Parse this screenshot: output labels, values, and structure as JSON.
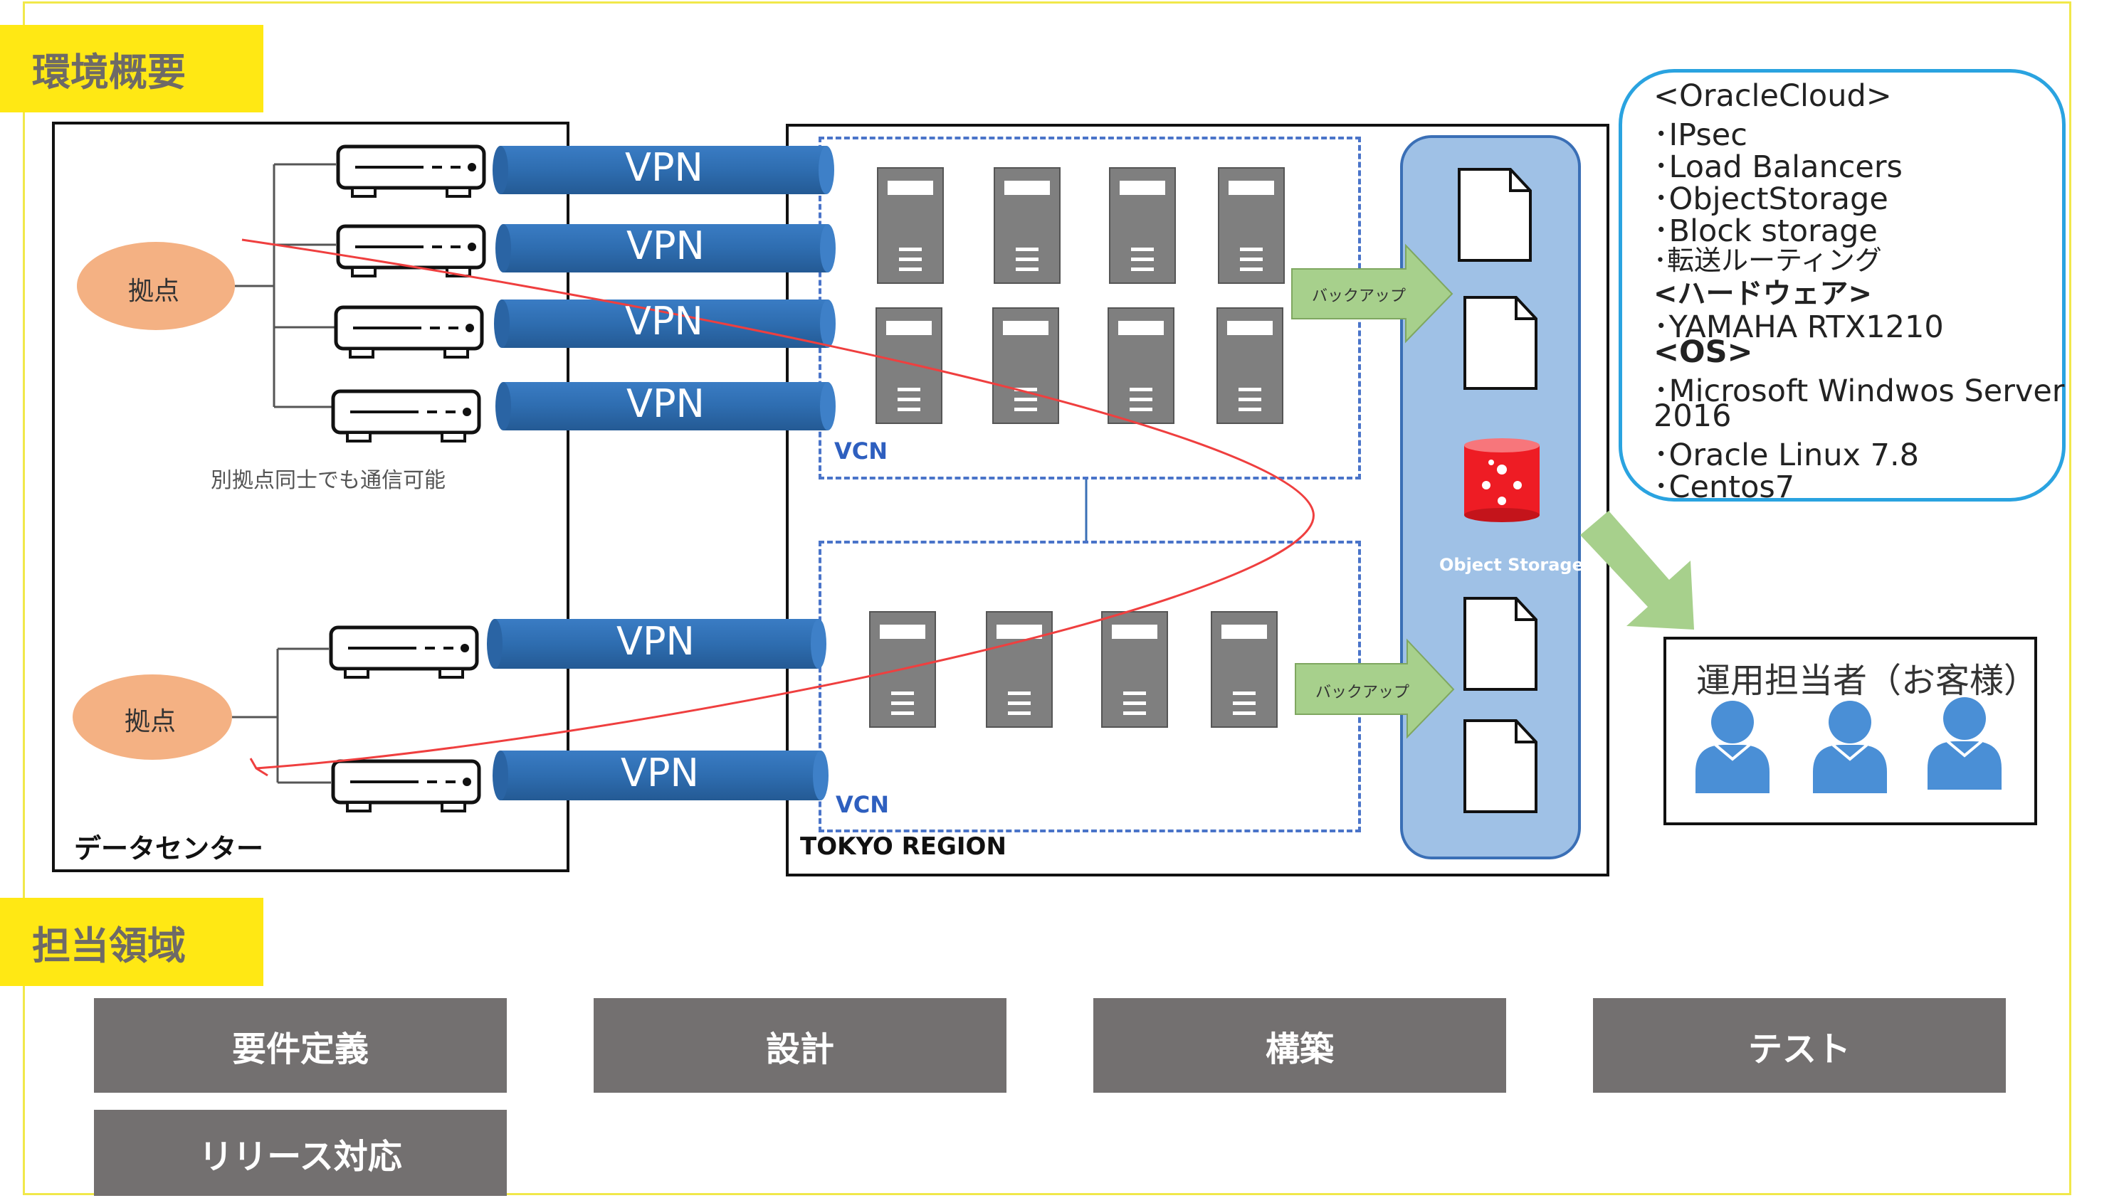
{
  "sections": {
    "environment_title": "環境概要",
    "scope_title": "担当領域"
  },
  "datacenter": {
    "label": "データセンター",
    "site_label_top": "拠点",
    "site_label_bottom": "拠点",
    "note": "別拠点同士でも通信可能"
  },
  "vpn": {
    "labels": [
      "VPN",
      "VPN",
      "VPN",
      "VPN",
      "VPN",
      "VPN"
    ]
  },
  "region": {
    "label": "TOKYO REGION",
    "vcn_top": "VCN",
    "vcn_bottom": "VCN",
    "backup_top": "バックアップ",
    "backup_bottom": "バックアップ",
    "object_storage": "Object Storage"
  },
  "info": {
    "lines": [
      {
        "text": "<OracleCloud>",
        "bold": false
      },
      {
        "text": "･IPsec",
        "bold": false
      },
      {
        "text": "･Load Balancers",
        "bold": false
      },
      {
        "text": "･ObjectStorage",
        "bold": false
      },
      {
        "text": "･Block storage",
        "bold": false
      },
      {
        "text": "･転送ルーティング",
        "bold": false
      },
      {
        "text": "<ハードウェア>",
        "bold": true
      },
      {
        "text": "･YAMAHA RTX1210",
        "bold": false
      },
      {
        "text": "<OS>",
        "bold": true
      },
      {
        "text": "･Microsoft Windwos Server",
        "bold": false
      },
      {
        "text": "2016",
        "bold": false
      },
      {
        "text": "･Oracle Linux 7.8",
        "bold": false
      },
      {
        "text": "･Centos7",
        "bold": false
      }
    ]
  },
  "operators": {
    "label": "運用担当者（お客様）"
  },
  "tasks": [
    "要件定義",
    "設計",
    "構築",
    "テスト",
    "リリース対応"
  ],
  "colors": {
    "yellow": "#ffe814",
    "vpn_blue": "#2e6db0",
    "server_gray": "#7f7f7f",
    "backup_green": "#a7d08c",
    "storage_red": "#ee1c24",
    "task_gray": "#737070",
    "person_blue": "#4a8fd6",
    "route_red": "#ef3f3f"
  }
}
